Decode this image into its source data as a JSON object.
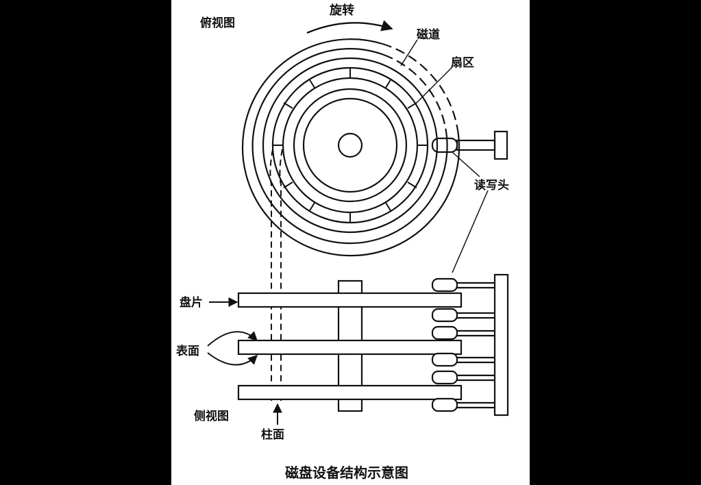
{
  "labels": {
    "top_view": "俯视图",
    "rotation": "旋转",
    "track": "磁道",
    "sector": "扇区",
    "read_write_head": "读写头",
    "platter": "盘片",
    "surface": "表面",
    "side_view": "侧视图",
    "cylinder": "柱面"
  },
  "caption": "磁盘设备结构示意图",
  "colors": {
    "background": "#000000",
    "paper": "#ffffff",
    "ink": "#111111"
  }
}
